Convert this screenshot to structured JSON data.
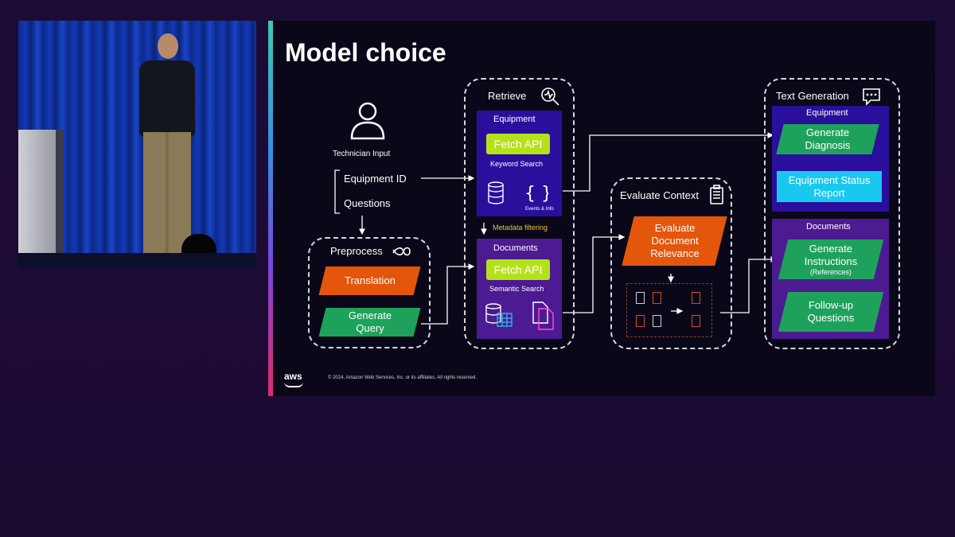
{
  "slide": {
    "title": "Model choice",
    "footer": "© 2024, Amazon Web Services, Inc. or its affiliates. All rights reserved.",
    "logo": "aws"
  },
  "input": {
    "title": "Technician Input",
    "items": [
      "Equipment ID",
      "Questions"
    ]
  },
  "preprocess": {
    "title": "Preprocess",
    "translation": "Translation",
    "generate_query": "Generate Query"
  },
  "retrieve": {
    "title": "Retrieve",
    "equipment": {
      "title": "Equipment",
      "fetch": "Fetch API",
      "search": "Keyword Search",
      "events": "Events & Info"
    },
    "metadata": "Metadata filtering",
    "documents": {
      "title": "Documents",
      "fetch": "Fetch API",
      "search": "Semantic Search"
    }
  },
  "evaluate": {
    "title": "Evaluate Context",
    "box": "Evaluate Document Relevance"
  },
  "generation": {
    "title": "Text Generation",
    "equipment": {
      "title": "Equipment",
      "diagnosis": "Generate Diagnosis",
      "status": "Equipment Status Report"
    },
    "documents": {
      "title": "Documents",
      "instructions": "Generate Instructions",
      "references": "(References)",
      "followup": "Follow-up Questions"
    }
  },
  "colors": {
    "background": "#1c0b35",
    "navy": "#2a0f9c",
    "purple": "#4c1a91",
    "lime": "#b4e21a",
    "orange": "#e3560c",
    "green": "#1ea25b",
    "cyan": "#19c8ef",
    "metadata": "#e8c04a"
  }
}
